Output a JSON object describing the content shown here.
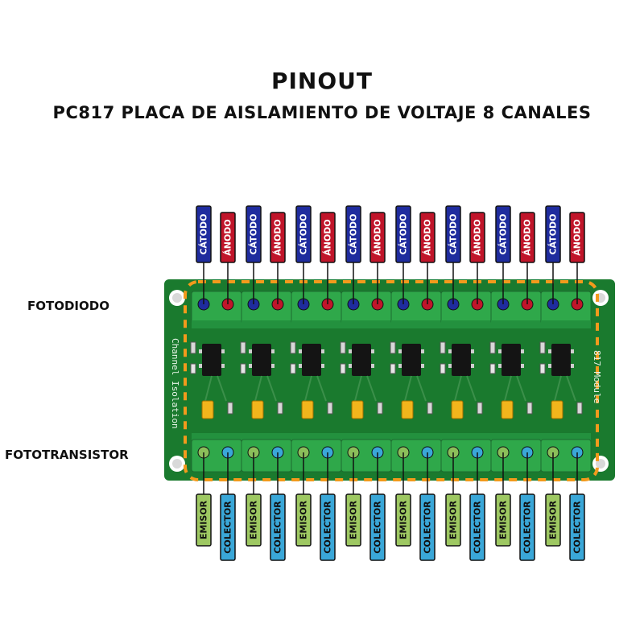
{
  "header": {
    "title": "PINOUT",
    "subtitle": "PC817 PLACA DE AISLAMIENTO DE VOLTAJE 8 CANALES"
  },
  "sections": {
    "input": "FOTODIODO",
    "output": "FOTOTRANSISTOR"
  },
  "pins": {
    "cathode": "CÁTODO",
    "anode": "ÁNODO",
    "emitter": "EMISOR",
    "collector": "COLECTOR"
  },
  "board": {
    "silk_left": "Channel Isolation",
    "silk_right": "817 Module",
    "channels": 8
  },
  "colors": {
    "board": "#1a7a2e",
    "terminal": "#2fa84a",
    "cathode_tag": "#1f2c9e",
    "anode_tag": "#c0152a",
    "emitter_tag": "#9ec862",
    "collector_tag": "#3aa7d8",
    "dash": "#f39a1c",
    "jumper": "#f2b51c"
  }
}
